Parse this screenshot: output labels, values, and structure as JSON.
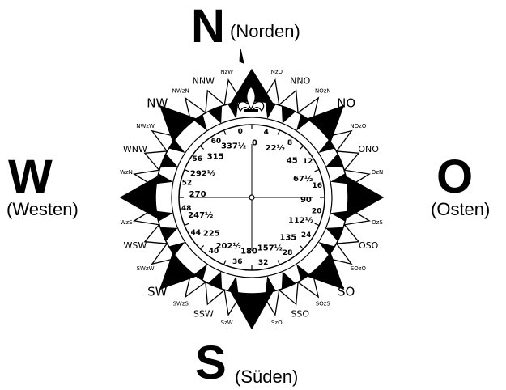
{
  "cardinals": {
    "north": {
      "letter": "N",
      "label": "(Norden)"
    },
    "east": {
      "letter": "O",
      "label": "(Osten)"
    },
    "south": {
      "letter": "S",
      "label": "(Süden)"
    },
    "west": {
      "letter": "W",
      "label": "(Westen)"
    }
  },
  "rose": {
    "points": [
      "N",
      "NzO",
      "NNO",
      "NOzN",
      "NO",
      "NOzO",
      "ONO",
      "OzN",
      "O",
      "OzS",
      "OSO",
      "SOzO",
      "SO",
      "SOzS",
      "SSO",
      "SzO",
      "S",
      "SzW",
      "SSW",
      "SWzS",
      "SW",
      "SWzW",
      "WSW",
      "WzS",
      "W",
      "WzN",
      "WNW",
      "NWzW",
      "NW",
      "NWzN",
      "NNW",
      "NzW"
    ],
    "degrees": [
      "0",
      "22½",
      "45",
      "67½",
      "90",
      "112½",
      "135",
      "157½",
      "180",
      "202½",
      "225",
      "247½",
      "270",
      "292½",
      "315",
      "337½"
    ],
    "numbers": [
      "0",
      "4",
      "8",
      "12",
      "16",
      "20",
      "24",
      "28",
      "32",
      "36",
      "40",
      "44",
      "48",
      "52",
      "56",
      "60"
    ]
  }
}
